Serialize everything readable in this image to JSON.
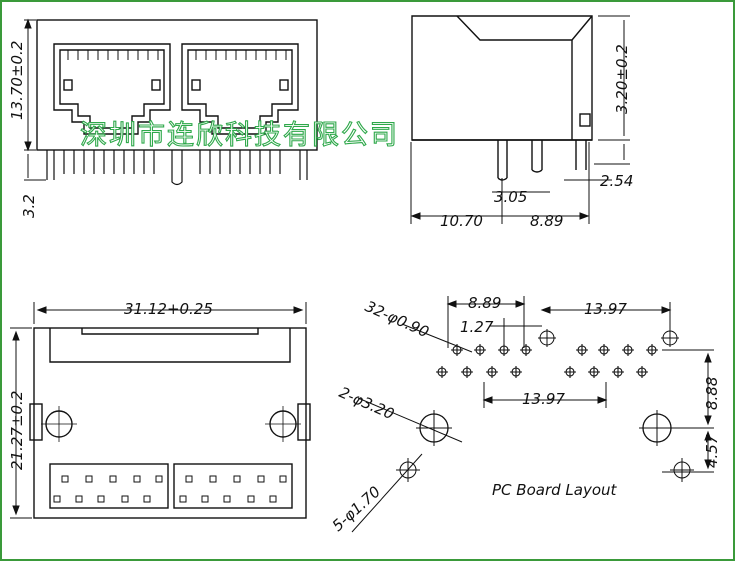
{
  "dims": {
    "front_height": "13.70±0.2",
    "front_pin": "3.2",
    "side_height": "3.20±0.2",
    "side_pitch": "2.54",
    "side_pin_spacing": "3.05",
    "side_depth_left": "10.70",
    "side_depth_right": "8.89",
    "bottom_width": "31.12+0.25",
    "bottom_height": "21.27±0.2",
    "layout_pitch_a": "8.89",
    "layout_pitch_b": "13.97",
    "layout_pitch_c": "1.27",
    "layout_pins": "32-φ0.90",
    "layout_pitch_d": "13.97",
    "layout_posts": "2-φ3.20",
    "layout_offset_a": "8.88",
    "layout_offset_b": "4.57",
    "layout_shield": "5-φ1.70"
  },
  "layout_title": "PC Board Layout",
  "watermark": "深圳市连欣科技有限公司",
  "colors": {
    "frame": "#3a9a3a",
    "watermark": "#2ea84a",
    "line": "#111111"
  }
}
